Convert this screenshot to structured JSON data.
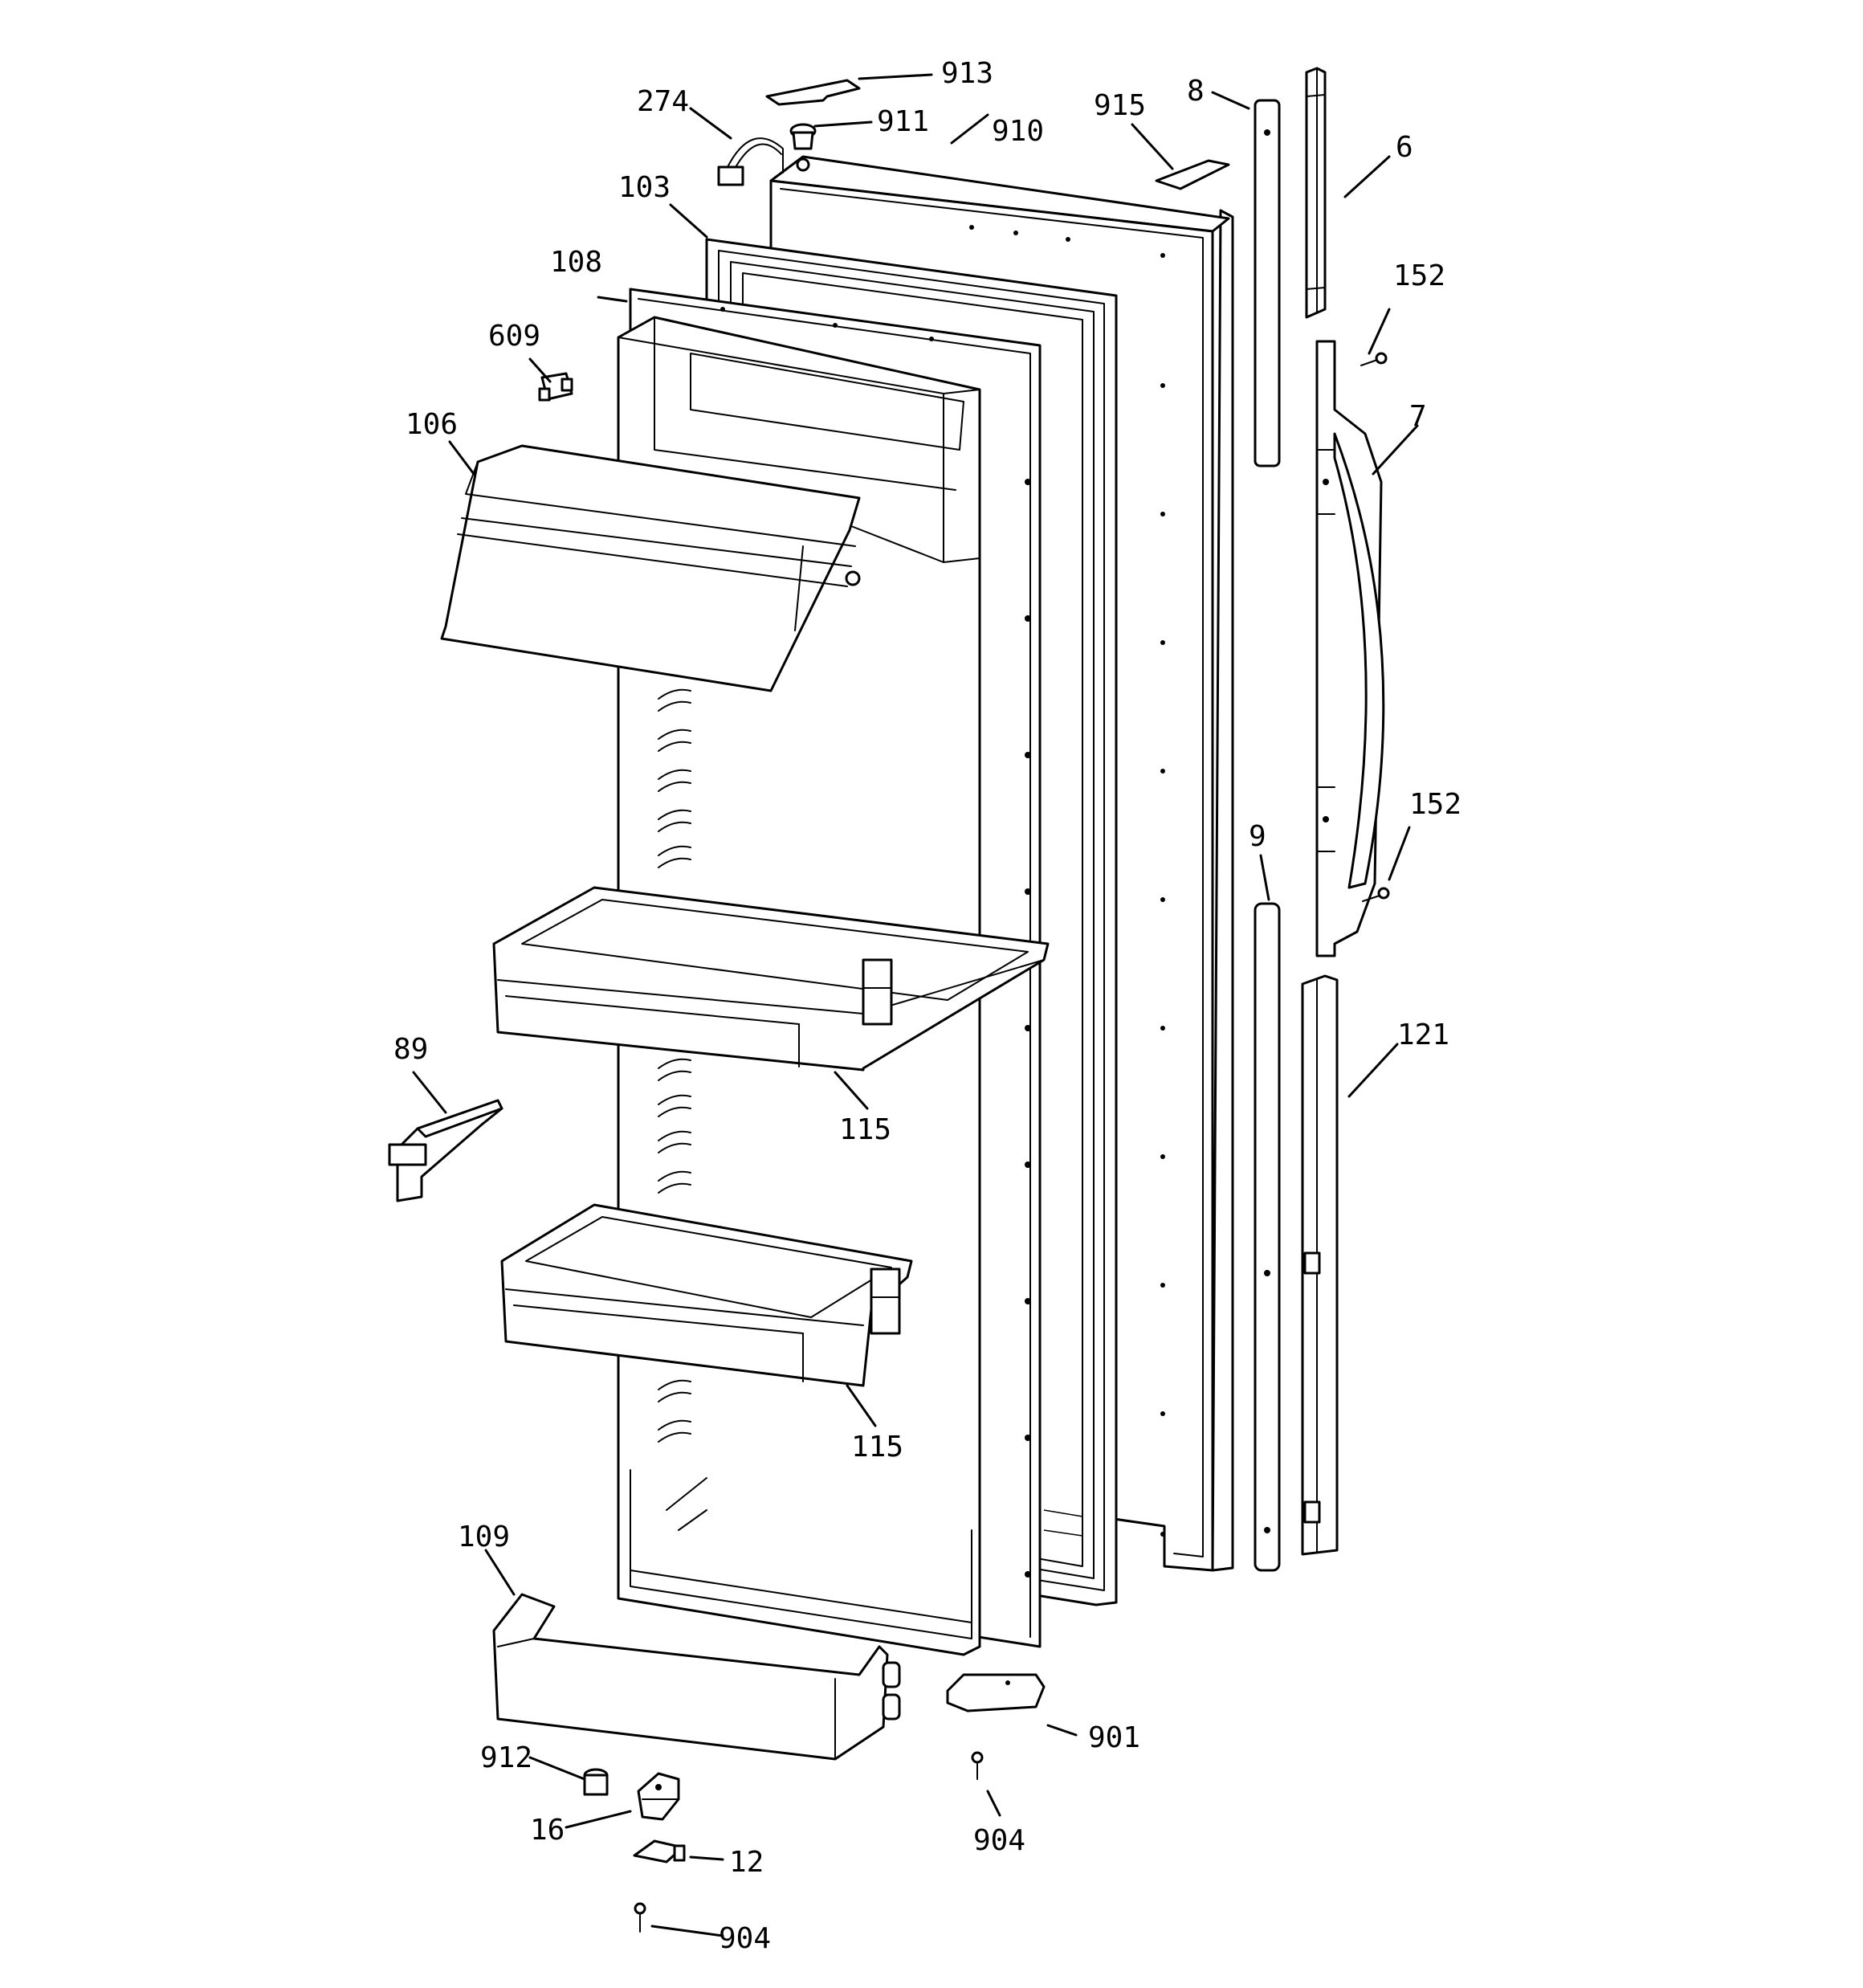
{
  "callouts": [
    {
      "id": "913",
      "text": "913"
    },
    {
      "id": "274",
      "text": "274"
    },
    {
      "id": "911",
      "text": "911"
    },
    {
      "id": "910",
      "text": "910"
    },
    {
      "id": "915",
      "text": "915"
    },
    {
      "id": "8",
      "text": "8"
    },
    {
      "id": "6",
      "text": "6"
    },
    {
      "id": "103",
      "text": "103"
    },
    {
      "id": "152a",
      "text": "152"
    },
    {
      "id": "108",
      "text": "108"
    },
    {
      "id": "609",
      "text": "609"
    },
    {
      "id": "7",
      "text": "7"
    },
    {
      "id": "106",
      "text": "106"
    },
    {
      "id": "152b",
      "text": "152"
    },
    {
      "id": "9",
      "text": "9"
    },
    {
      "id": "121",
      "text": "121"
    },
    {
      "id": "89",
      "text": "89"
    },
    {
      "id": "115a",
      "text": "115"
    },
    {
      "id": "115b",
      "text": "115"
    },
    {
      "id": "109",
      "text": "109"
    },
    {
      "id": "901",
      "text": "901"
    },
    {
      "id": "912",
      "text": "912"
    },
    {
      "id": "16",
      "text": "16"
    },
    {
      "id": "904a",
      "text": "904"
    },
    {
      "id": "12",
      "text": "12"
    },
    {
      "id": "904b",
      "text": "904"
    }
  ]
}
